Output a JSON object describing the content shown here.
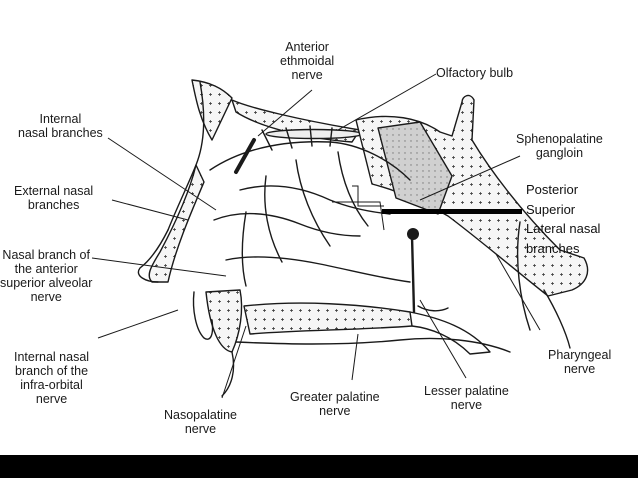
{
  "labels": {
    "anterior_ethmoidal_nerve": "Anterior\nethmoidal\nnerve",
    "olfactory_bulb": "Olfactory bulb",
    "internal_nasal_branches": "Internal\nnasal branches",
    "sphenopalatine_ganglion": "Sphenopalatine\ngangloin",
    "external_nasal_branches": "External nasal\nbranches",
    "posterior_superior_lateral_nasal_branches": "Posterior\nSuperior\nLateral nasal\nbranches",
    "nasal_branch_anterior_superior_alveolar": "Nasal branch of\nthe anterior\nsuperior alveolar\nnerve",
    "pharyngeal_nerve": "Pharyngeal\nnerve",
    "internal_nasal_branch_infraorbital": "Internal nasal\nbranch of the\ninfra-orbital\nnerve",
    "greater_palatine_nerve": "Greater palatine\nnerve",
    "lesser_palatine_nerve": "Lesser palatine\nnerve",
    "nasopalatine_nerve": "Nasopalatine\nnerve"
  },
  "colors": {
    "line": "#1a1a1a",
    "bone_fill": "#f4f4f4",
    "ganglion_fill": "#cfcfcf",
    "bar": "#000000"
  }
}
